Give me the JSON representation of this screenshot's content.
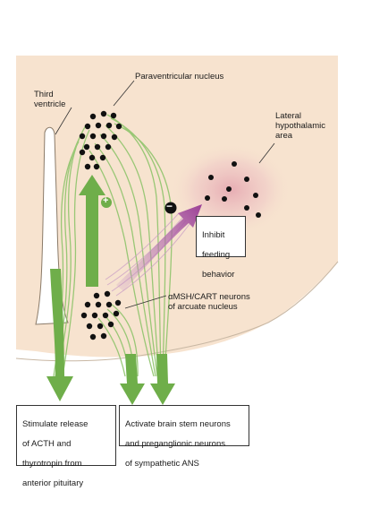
{
  "labels": {
    "paraventricular": "Paraventricular nucleus",
    "third_ventricle": [
      "Third",
      "ventricle"
    ],
    "lateral_hypothalamic": [
      "Lateral",
      "hypothalamic",
      "area"
    ],
    "msh_cart": [
      "αMSH/CART neurons",
      "of arcuate nucleus"
    ],
    "plus_sign": "+",
    "minus_sign": "−"
  },
  "boxes": {
    "inhibit_feeding": [
      "Inhibit",
      "feeding",
      "behavior"
    ],
    "stimulate_release": [
      "Stimulate release",
      "of ACTH and",
      "thyrotropin from",
      "anterior pituitary"
    ],
    "activate_brainstem": [
      "Activate brain stem neurons",
      "and preganglionic neurons",
      "of sympathetic ANS"
    ]
  },
  "colors": {
    "tissue": "#f7e3cf",
    "tissue_edge": "#b8a48e",
    "green_arrow": "#6fae4a",
    "green_line": "#8fc46c",
    "purple_arrow": "#9b3f96",
    "dot": "#111111",
    "glow": "#e7b7bd"
  }
}
